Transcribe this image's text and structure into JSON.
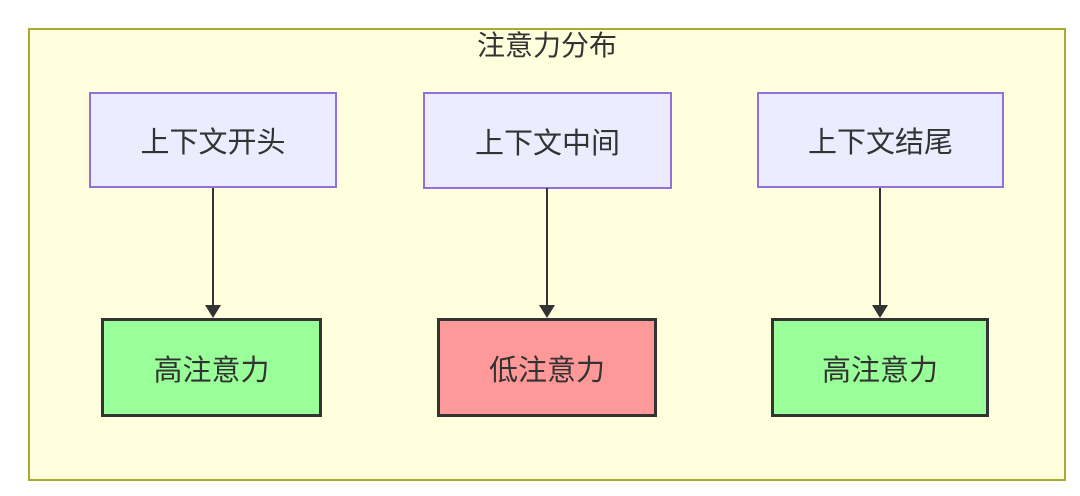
{
  "diagram": {
    "title": "注意力分布",
    "nodes": {
      "context_start": "上下文开头",
      "context_middle": "上下文中间",
      "context_end": "上下文结尾",
      "high_attention_1": "高注意力",
      "low_attention": "低注意力",
      "high_attention_2": "高注意力"
    },
    "edges": [
      {
        "from": "context_start",
        "to": "high_attention_1"
      },
      {
        "from": "context_middle",
        "to": "low_attention"
      },
      {
        "from": "context_end",
        "to": "high_attention_2"
      }
    ],
    "colors": {
      "canvas_bg": "#ffffff",
      "group_fill": "#ffffde",
      "group_border": "#aaaa33",
      "source_node_fill": "#ececff",
      "source_node_border": "#9370db",
      "high_attention_fill": "#99ff99",
      "low_attention_fill": "#ff9999",
      "attention_node_border": "#333333",
      "text": "#333333",
      "arrow": "#333333"
    }
  }
}
